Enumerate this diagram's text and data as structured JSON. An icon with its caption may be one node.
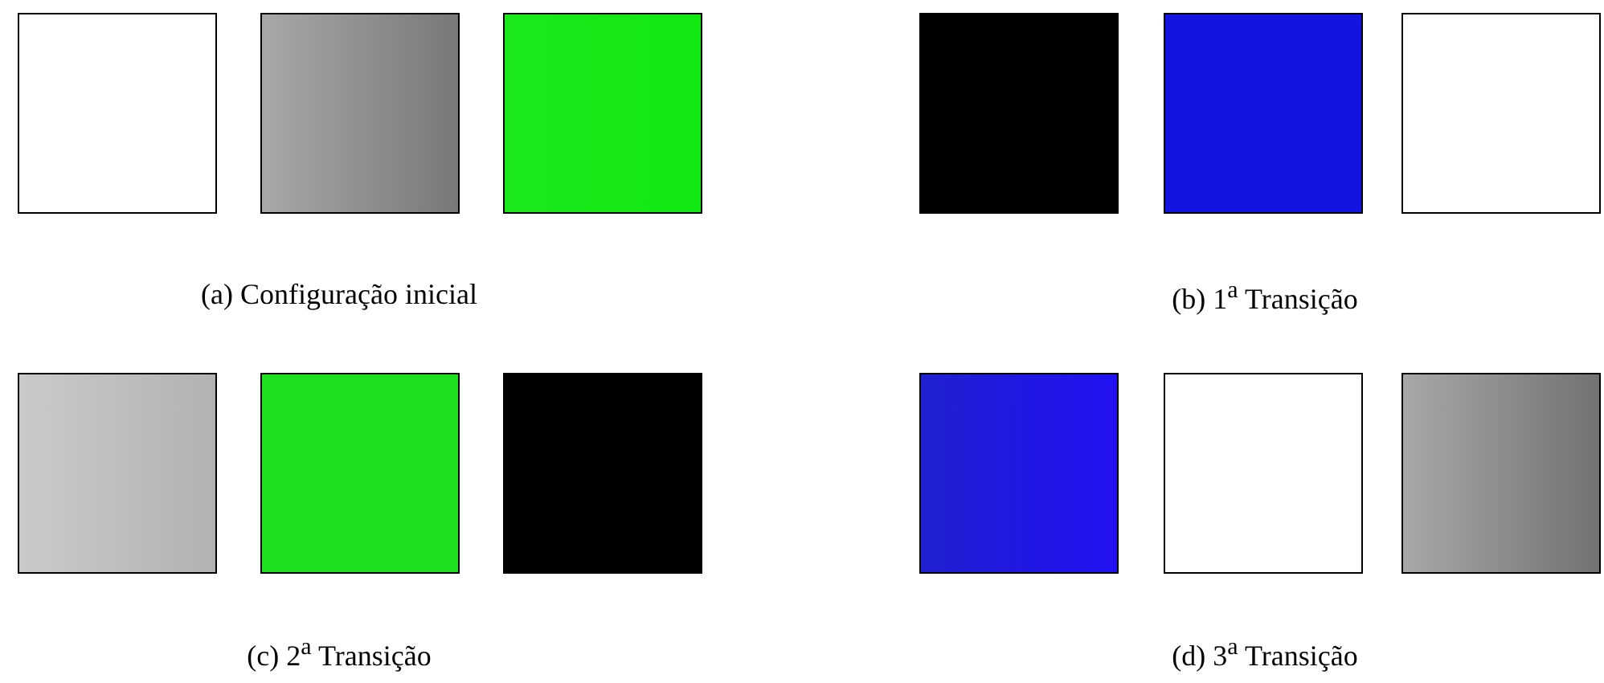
{
  "diagram": {
    "nodes": [
      {
        "text": [],
        "shape": "box"
      },
      {
        "text": [],
        "shape": "box"
      },
      {
        "text": [],
        "shape": "box"
      },
      {
        "text": [],
        "shape": "box"
      },
      {
        "text": [],
        "shape": "box"
      },
      {
        "text": [],
        "shape": "box"
      },
      {
        "text": [],
        "shape": "box"
      },
      {
        "text": [],
        "shape": "box"
      },
      {
        "text": [],
        "shape": "box"
      },
      {
        "text": [],
        "shape": "box"
      },
      {
        "text": [],
        "shape": "box"
      },
      {
        "text": [],
        "shape": "box"
      }
    ],
    "labels": [
      "(a) Configuração inicial",
      "(b) 1$^{a}$ Transição",
      "(c) 2$^{a}$ Transição",
      "(d) 3$^{a}$ Transição"
    ]
  }
}
